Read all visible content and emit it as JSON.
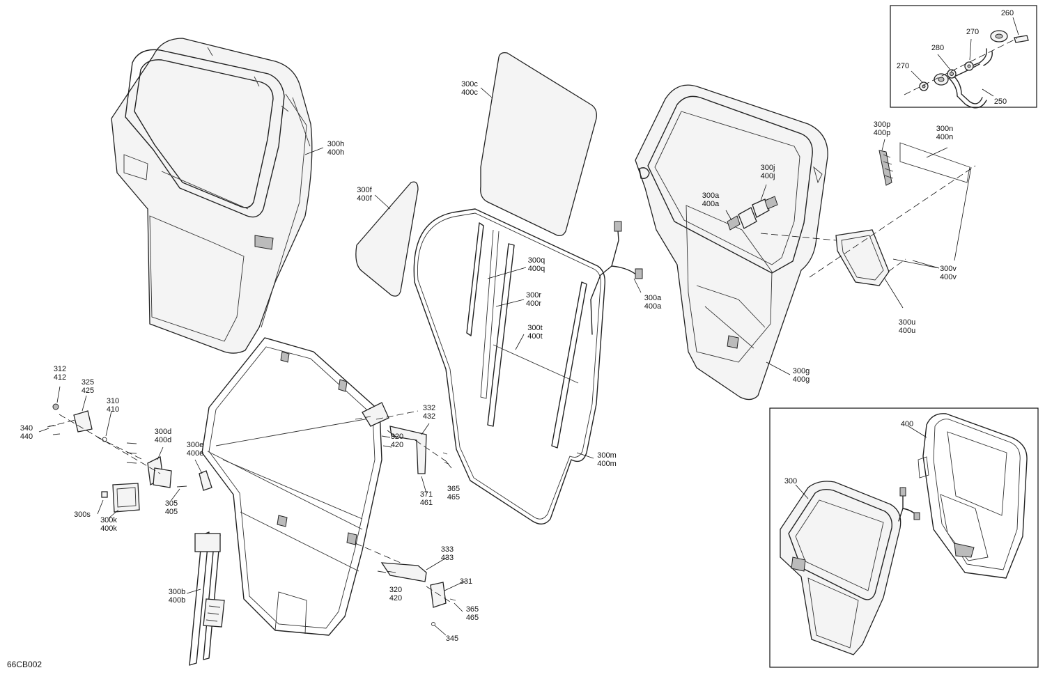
{
  "diagram": {
    "code": "66CB002",
    "callouts": [
      {
        "id": "c-300h",
        "lines": [
          "300h",
          "400h"
        ]
      },
      {
        "id": "c-300c",
        "lines": [
          "300c",
          "400c"
        ]
      },
      {
        "id": "c-300f",
        "lines": [
          "300f",
          "400f"
        ]
      },
      {
        "id": "c-300q",
        "lines": [
          "300q",
          "400q"
        ]
      },
      {
        "id": "c-300r",
        "lines": [
          "300r",
          "400r"
        ]
      },
      {
        "id": "c-300t",
        "lines": [
          "300t",
          "400t"
        ]
      },
      {
        "id": "c-300m",
        "lines": [
          "300m",
          "400m"
        ]
      },
      {
        "id": "c-300a-harness",
        "lines": [
          "300a",
          "400a"
        ]
      },
      {
        "id": "c-300j",
        "lines": [
          "300j",
          "400j"
        ]
      },
      {
        "id": "c-300a-connector",
        "lines": [
          "300a",
          "400a"
        ]
      },
      {
        "id": "c-300g",
        "lines": [
          "300g",
          "400g"
        ]
      },
      {
        "id": "c-300p",
        "lines": [
          "300p",
          "400p"
        ]
      },
      {
        "id": "c-300n",
        "lines": [
          "300n",
          "400n"
        ]
      },
      {
        "id": "c-300v",
        "lines": [
          "300v",
          "400v"
        ]
      },
      {
        "id": "c-300u",
        "lines": [
          "300u",
          "400u"
        ]
      },
      {
        "id": "c-260",
        "lines": [
          "260"
        ]
      },
      {
        "id": "c-270-top",
        "lines": [
          "270"
        ]
      },
      {
        "id": "c-280",
        "lines": [
          "280"
        ]
      },
      {
        "id": "c-270-left",
        "lines": [
          "270"
        ]
      },
      {
        "id": "c-250",
        "lines": [
          "250"
        ]
      },
      {
        "id": "c-312",
        "lines": [
          "312",
          "412"
        ]
      },
      {
        "id": "c-325",
        "lines": [
          "325",
          "425"
        ]
      },
      {
        "id": "c-310",
        "lines": [
          "310",
          "410"
        ]
      },
      {
        "id": "c-340",
        "lines": [
          "340",
          "440"
        ]
      },
      {
        "id": "c-300d",
        "lines": [
          "300d",
          "400d"
        ]
      },
      {
        "id": "c-300e",
        "lines": [
          "300e",
          "400e"
        ]
      },
      {
        "id": "c-305",
        "lines": [
          "305",
          "405"
        ]
      },
      {
        "id": "c-300s",
        "lines": [
          "300s"
        ]
      },
      {
        "id": "c-300k",
        "lines": [
          "300k",
          "400k"
        ]
      },
      {
        "id": "c-332",
        "lines": [
          "332",
          "432"
        ]
      },
      {
        "id": "c-320-top",
        "lines": [
          "320",
          "420"
        ]
      },
      {
        "id": "c-365-top",
        "lines": [
          "365",
          "465"
        ]
      },
      {
        "id": "c-371",
        "lines": [
          "371",
          "461"
        ]
      },
      {
        "id": "c-333",
        "lines": [
          "333",
          "433"
        ]
      },
      {
        "id": "c-331",
        "lines": [
          "331"
        ]
      },
      {
        "id": "c-320-bottom",
        "lines": [
          "320",
          "420"
        ]
      },
      {
        "id": "c-365-bottom",
        "lines": [
          "365",
          "465"
        ]
      },
      {
        "id": "c-345",
        "lines": [
          "345"
        ]
      },
      {
        "id": "c-300b",
        "lines": [
          "300b",
          "400b"
        ]
      },
      {
        "id": "c-400-inset",
        "lines": [
          "400"
        ]
      },
      {
        "id": "c-300-inset",
        "lines": [
          "300"
        ]
      }
    ]
  }
}
